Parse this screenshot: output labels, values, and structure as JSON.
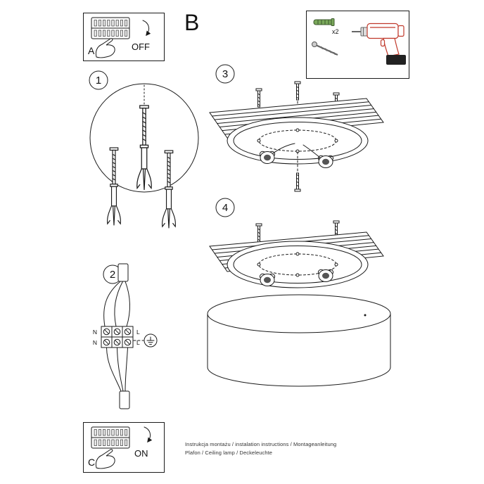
{
  "sheet": {
    "section_a": "A",
    "section_b": "B",
    "section_c": "C",
    "step_1": "1",
    "step_2": "2",
    "step_3": "3",
    "step_4": "4",
    "power_off": "OFF",
    "power_on": "ON",
    "anchor_quantity": "x2",
    "terminal_neutral": "N",
    "terminal_live": "L"
  },
  "footer": {
    "line1": "Instrukcja montażu / instalation instructions / Montageanleitung",
    "line2": "Plafon / Ceiling lamp / Deckeleuchte"
  },
  "colors": {
    "ink": "#1a1a1a",
    "plug_green": "#7aa85a",
    "drill_red": "#c0392b",
    "battery_dark": "#222222"
  }
}
